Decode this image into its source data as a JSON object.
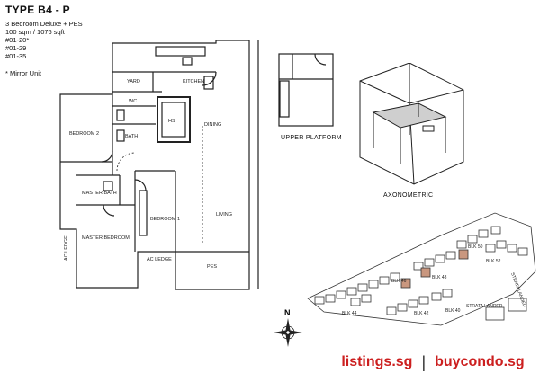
{
  "header": {
    "title": "TYPE B4 - P",
    "description": "3 Bedroom Deluxe + PES",
    "area": "100 sqm / 1076 sqft",
    "units": [
      "#01-20*",
      "#01-29",
      "#01-35"
    ],
    "note": "* Mirror Unit"
  },
  "floorplan": {
    "rooms": {
      "yard": "YARD",
      "kitchen": "KITCHEN",
      "wc": "WC",
      "hs": "HS",
      "dining": "DINING",
      "bedroom2": "BEDROOM 2",
      "bath": "BATH",
      "master_bath": "MASTER BATH",
      "bedroom1": "BEDROOM 1",
      "living": "LIVING",
      "ac_ledge_left": "AC LEDGE",
      "master_bedroom": "MASTER BEDROOM",
      "ac_ledge_bottom": "AC LEDGE",
      "pes": "PES"
    }
  },
  "captions": {
    "upper_platform": "UPPER PLATFORM",
    "axonometric": "AXONOMETRIC"
  },
  "siteplan": {
    "compass": "N",
    "blocks": [
      "BLK 44",
      "BLK 40",
      "BLK 42",
      "BLK 46",
      "BLK 48",
      "BLK 50",
      "BLK 52"
    ],
    "strata": [
      "STRATA LANDED",
      "STRATA LANDED"
    ]
  },
  "footer": {
    "brand1": "listings.sg",
    "separator": "|",
    "brand2": "buycondo.sg",
    "brand1_color": "#cc1f1f",
    "brand2_color": "#cc1f1f"
  },
  "colors": {
    "highlight": "#c9977f"
  }
}
